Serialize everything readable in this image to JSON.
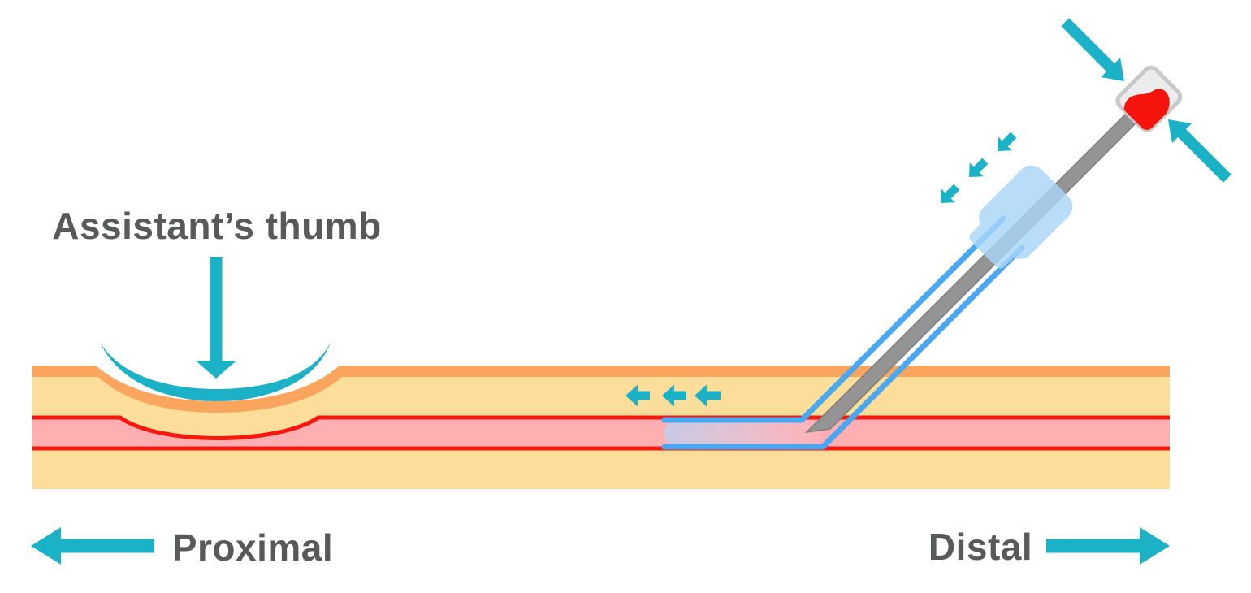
{
  "labels": {
    "assistants_thumb": "Assistant’s thumb",
    "proximal": "Proximal",
    "distal": "Distal"
  },
  "colors": {
    "teal": "#1BB1C6",
    "text_gray": "#58595B",
    "skin_orange": "#FAA55E",
    "skin_yellow": "#FCDD9A",
    "vessel_red": "#F7170F",
    "vessel_pink": "#FFAEB2",
    "needle_gray": "#949494",
    "needle_outline": "#7E7E7E",
    "chamber_fill": "#ECECED",
    "chamber_border": "#C9C9CC",
    "blood_red": "#F6150C",
    "catheter_blue": "#4AA7F2",
    "hub_blue": "#A9D6F8",
    "white": "#FFFFFF"
  },
  "icons": {
    "thumb_press_arrow": "arrow-down",
    "flow_arrows": "arrow-left x3",
    "catheter_advance_arrows": "arrow-down-left x3",
    "needle_stabilize_arrows": "diagonal-arrow x2",
    "proximal_arrow": "arrow-left",
    "distal_arrow": "arrow-right"
  }
}
